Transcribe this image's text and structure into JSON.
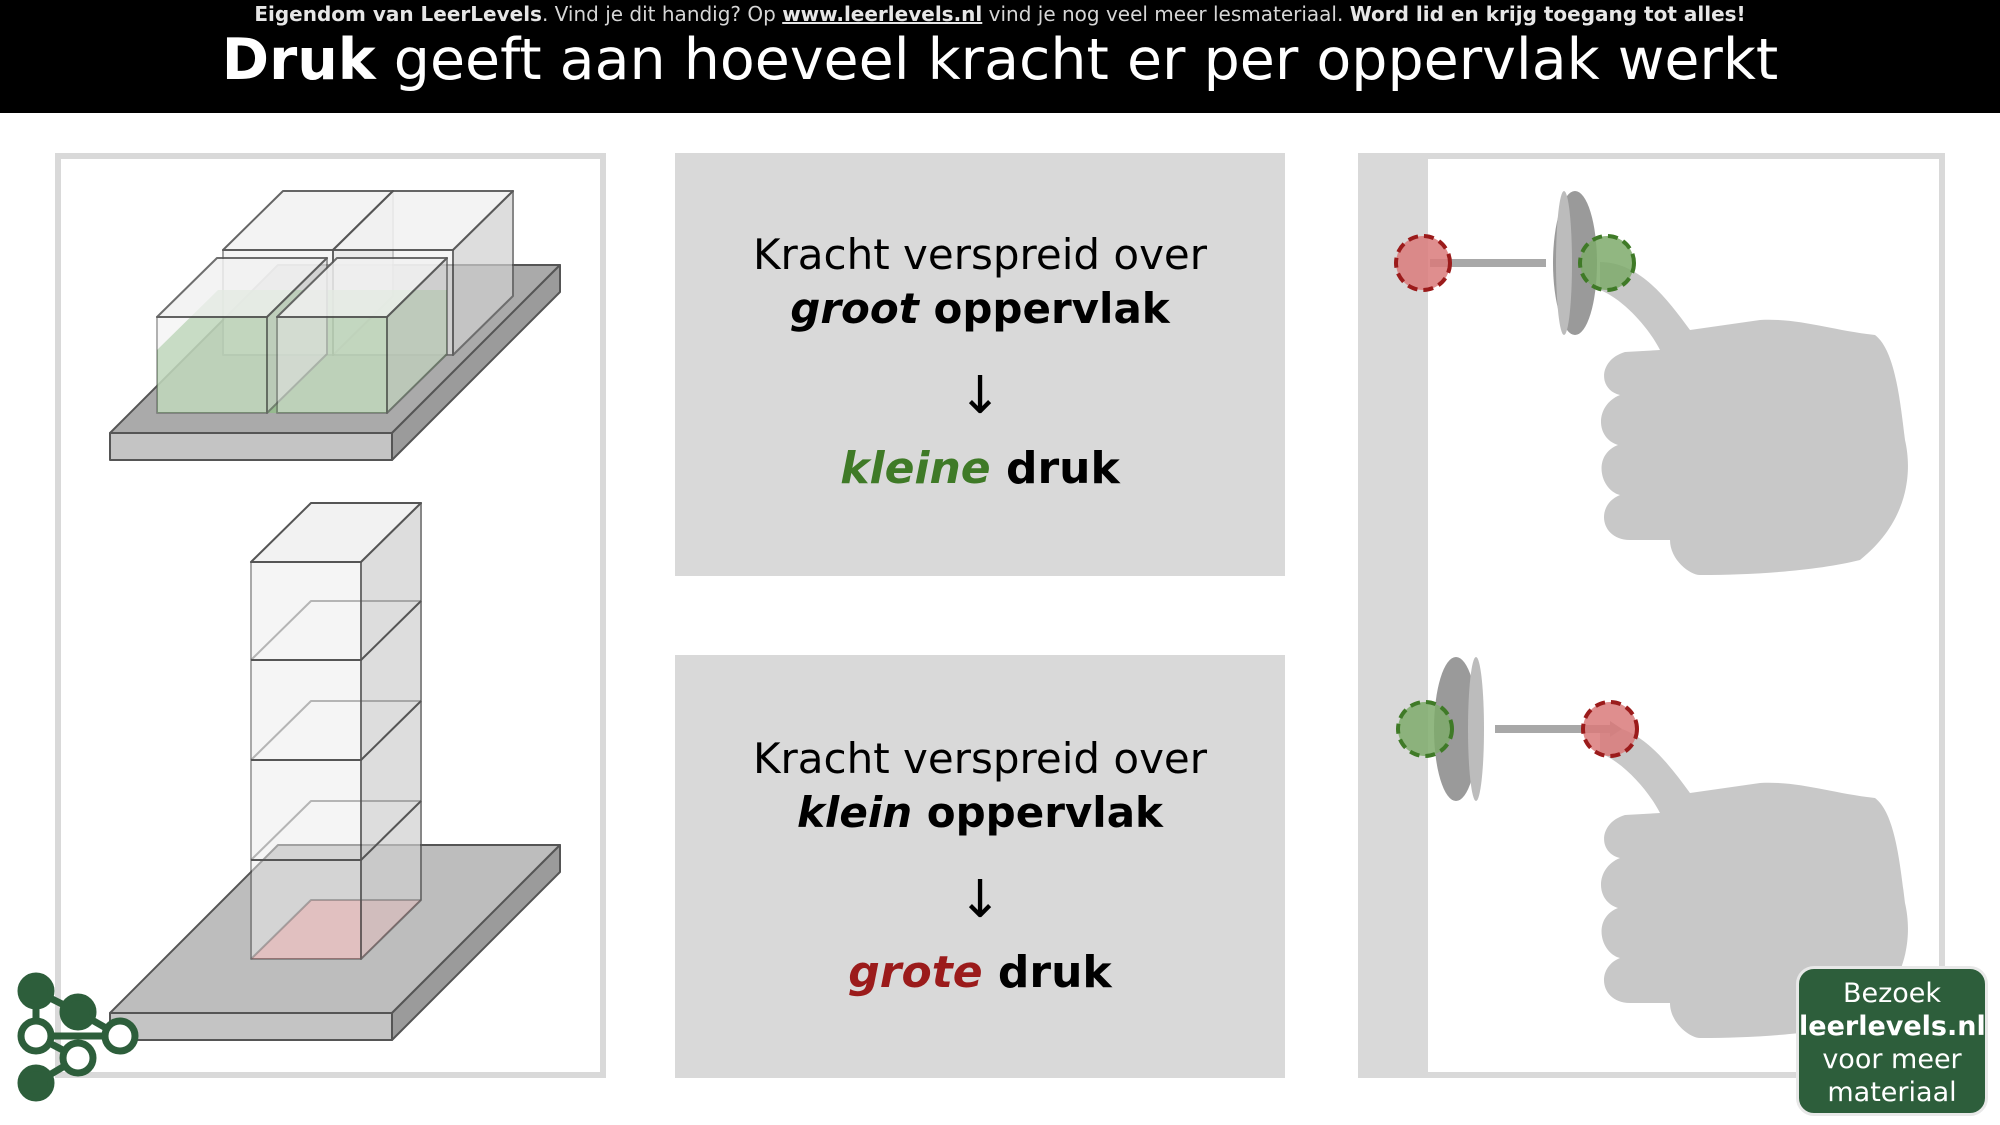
{
  "header": {
    "credit_owner_prefix": "Eigendom van LeerLevels",
    "credit_middle": ". Vind je dit handig? Op ",
    "credit_link": "www.leerlevels.nl",
    "credit_after": " vind je nog veel meer lesmateriaal. ",
    "credit_cta": "Word lid en krijg toegang tot alles!",
    "title_bold": "Druk",
    "title_rest": " geeft aan hoeveel kracht er per oppervlak werkt"
  },
  "box_top": {
    "line1": "Kracht verspreid over",
    "line2_em": "groot",
    "line2_rest": " oppervlak",
    "arrow": "↓",
    "line3_em": "kleine",
    "line3_rest": " druk"
  },
  "box_bottom": {
    "line1": "Kracht verspreid over",
    "line2_em": "klein",
    "line2_rest": " oppervlak",
    "arrow": "↓",
    "line3_em": "grote",
    "line3_rest": " druk"
  },
  "visit": {
    "line1": "Bezoek",
    "line2": "leerlevels.nl",
    "line3": "voor meer",
    "line4": "materiaal"
  },
  "colors": {
    "green_area": "#8fbf85",
    "red_area": "#d98f8f",
    "green_text": "#3f7a27",
    "red_text": "#9b1b1b",
    "box_gray": "#d9d9d9",
    "brand_green": "#2d5e3b"
  },
  "icons": [
    "leerlevels-logo-icon",
    "thumb-hand-icon",
    "pushpin-icon"
  ]
}
